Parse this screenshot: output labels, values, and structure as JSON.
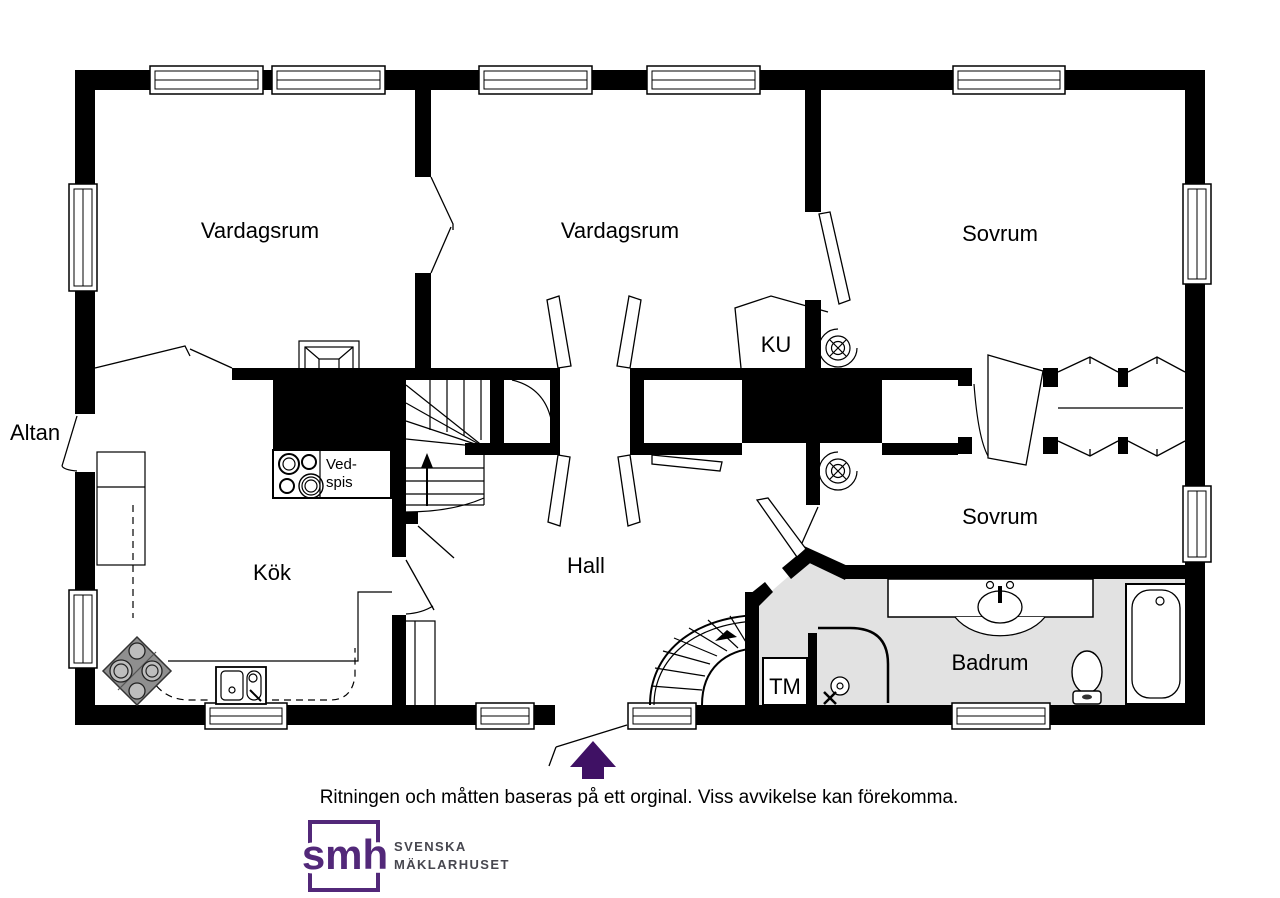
{
  "plan": {
    "rooms": [
      {
        "name": "vardagsrum-1",
        "label": "Vardagsrum"
      },
      {
        "name": "vardagsrum-2",
        "label": "Vardagsrum"
      },
      {
        "name": "sovrum-1",
        "label": "Sovrum"
      },
      {
        "name": "ku",
        "label": "KU"
      },
      {
        "name": "altan",
        "label": "Altan"
      },
      {
        "name": "kok",
        "label": "Kök"
      },
      {
        "name": "hall",
        "label": "Hall"
      },
      {
        "name": "sovrum-2",
        "label": "Sovrum"
      },
      {
        "name": "tm",
        "label": "TM"
      },
      {
        "name": "badrum",
        "label": "Badrum"
      }
    ],
    "wood_stove_label": {
      "line1": "Ved-",
      "line2": "spis"
    }
  },
  "footer": {
    "disclaimer": "Ritningen och måtten baseras på ett orginal. Viss avvikelse kan förekomma."
  },
  "logo": {
    "monogram": "smh",
    "company_line1": "SVENSKA",
    "company_line2": "MÄKLARHUSET"
  },
  "colors": {
    "wall": "#000000",
    "bathroom_floor": "#e2e2e2",
    "stove_gray": "#8f8f8f",
    "burner_gray": "#bdbdbd",
    "entrance_arrow": "#3f1164",
    "logo_purple": "#522879",
    "logo_text_gray": "#47474f"
  }
}
